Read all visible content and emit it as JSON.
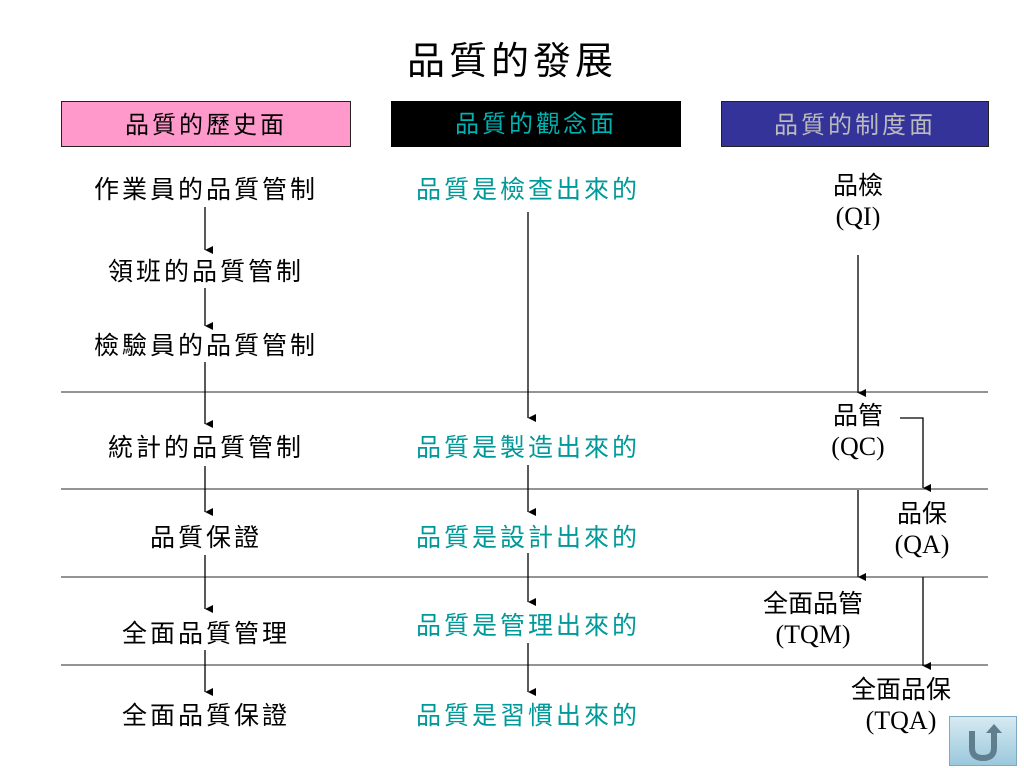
{
  "title": "品質的發展",
  "headers": {
    "history": "品質的歷史面",
    "concept": "品質的觀念面",
    "system": "品質的制度面"
  },
  "history_items": [
    "作業員的品質管制",
    "領班的品質管制",
    "檢驗員的品質管制",
    "統計的品質管制",
    "品質保證",
    "全面品質管理",
    "全面品質保證"
  ],
  "concept_items": [
    "品質是檢查出來的",
    "品質是製造出來的",
    "品質是設計出來的",
    "品質是管理出來的",
    "品質是習慣出來的"
  ],
  "system_items": [
    {
      "name": "品檢",
      "abbr": "(QI)"
    },
    {
      "name": "品管",
      "abbr": "(QC)"
    },
    {
      "name": "品保",
      "abbr": "(QA)"
    },
    {
      "name": "全面品管",
      "abbr": "(TQM)"
    },
    {
      "name": "全面品保",
      "abbr": "(TQA)"
    }
  ],
  "colors": {
    "history_header_bg": "#ff99cc",
    "concept_header_bg": "#000000",
    "concept_header_text": "#00b3b3",
    "system_header_bg": "#333399",
    "system_header_text": "#bbbbbb",
    "concept_text": "#009999"
  },
  "icons": {
    "back_button": "u-turn-arrow-icon"
  }
}
